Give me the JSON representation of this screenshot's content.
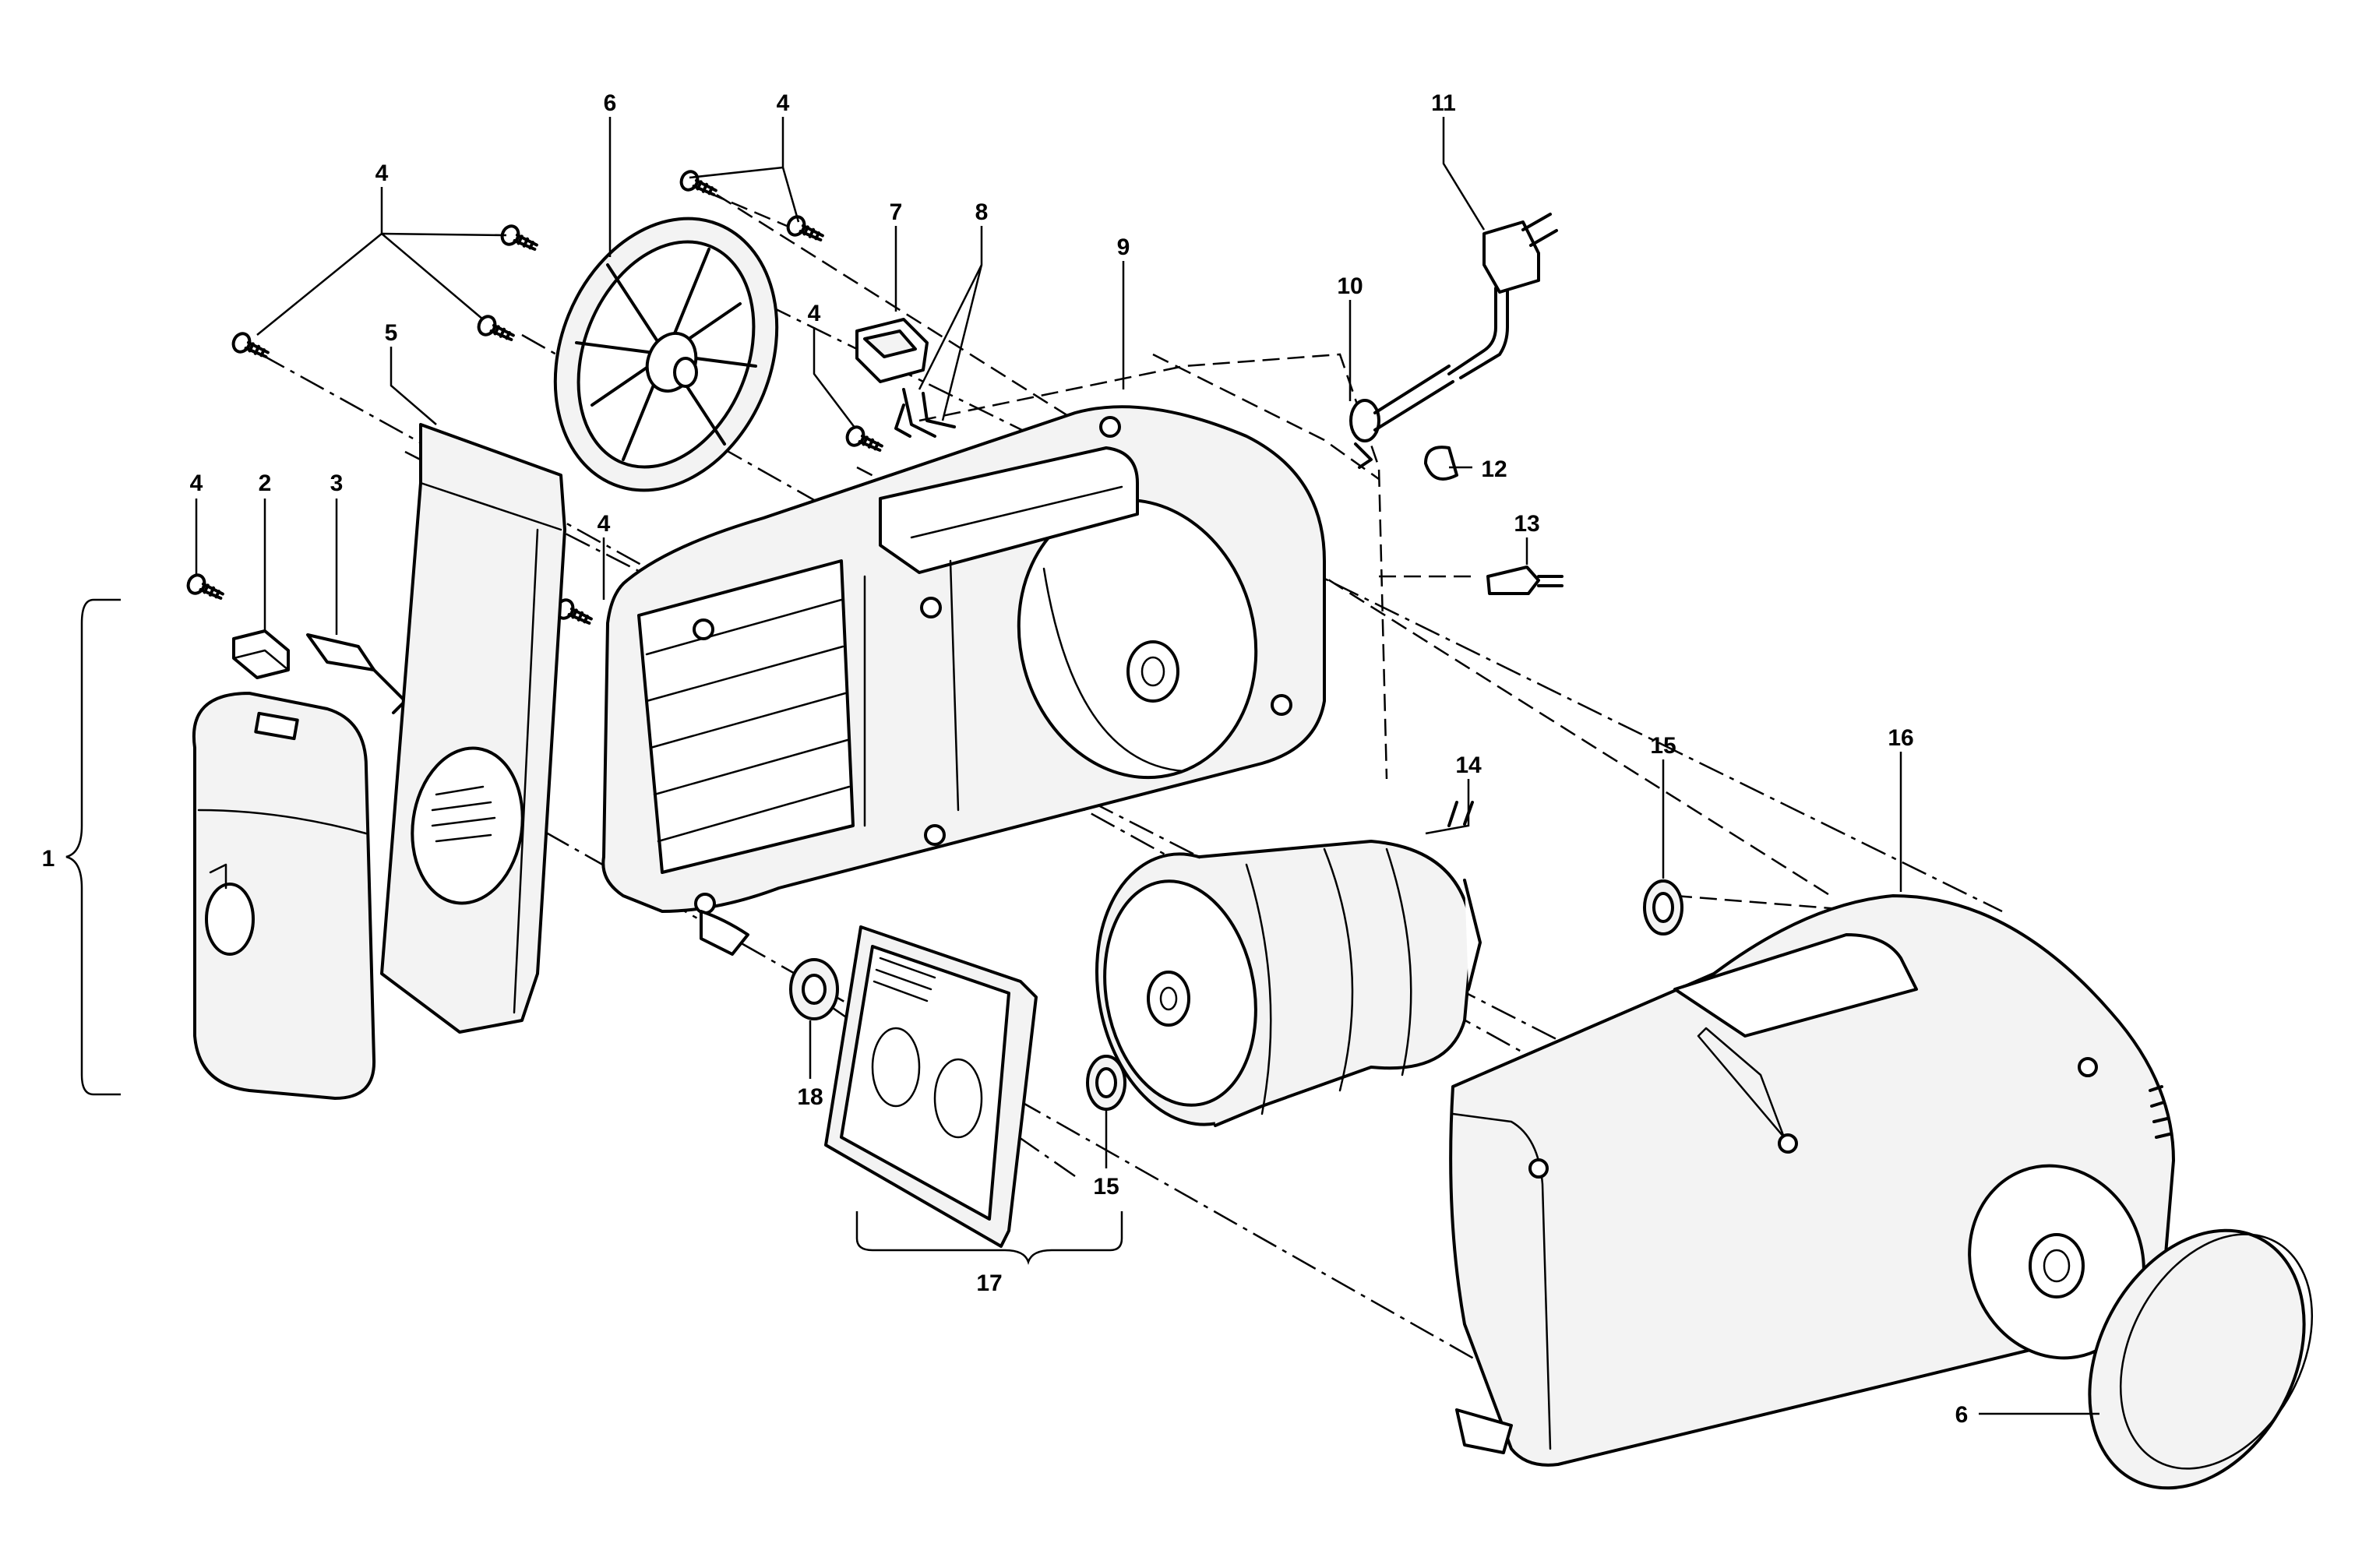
{
  "callouts": [
    {
      "id": "c1",
      "label": "1"
    },
    {
      "id": "c2",
      "label": "2"
    },
    {
      "id": "c3",
      "label": "3"
    },
    {
      "id": "c4a",
      "label": "4"
    },
    {
      "id": "c4b",
      "label": "4"
    },
    {
      "id": "c4c",
      "label": "4"
    },
    {
      "id": "c4d",
      "label": "4"
    },
    {
      "id": "c4e",
      "label": "4"
    },
    {
      "id": "c5",
      "label": "5"
    },
    {
      "id": "c6a",
      "label": "6"
    },
    {
      "id": "c6b",
      "label": "6"
    },
    {
      "id": "c7",
      "label": "7"
    },
    {
      "id": "c8",
      "label": "8"
    },
    {
      "id": "c9",
      "label": "9"
    },
    {
      "id": "c10",
      "label": "10"
    },
    {
      "id": "c11",
      "label": "11"
    },
    {
      "id": "c12",
      "label": "12"
    },
    {
      "id": "c13",
      "label": "13"
    },
    {
      "id": "c14",
      "label": "14"
    },
    {
      "id": "c15a",
      "label": "15"
    },
    {
      "id": "c15b",
      "label": "15"
    },
    {
      "id": "c16",
      "label": "16"
    },
    {
      "id": "c17",
      "label": "17"
    },
    {
      "id": "c18",
      "label": "18"
    }
  ]
}
